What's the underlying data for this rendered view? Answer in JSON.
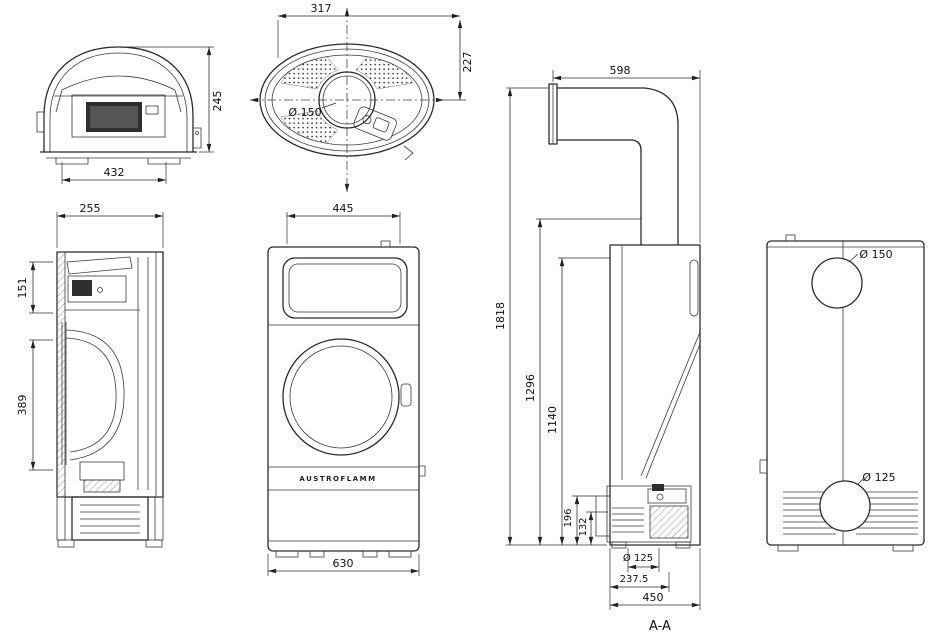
{
  "drawing": {
    "brand": "AUSTROFLAMM",
    "section_label": "A-A",
    "views": {
      "dome_front": {
        "dims": {
          "width": "432",
          "height": "245"
        }
      },
      "top_plan": {
        "dims": {
          "width": "317",
          "depth": "227",
          "flue_diameter": "Ø 150"
        }
      },
      "side_section": {
        "dims": {
          "depth": "255",
          "upper_height": "151",
          "chamber_height": "389"
        }
      },
      "front": {
        "dims": {
          "body_width": "445",
          "base_width": "630"
        }
      },
      "section_aa": {
        "dims": {
          "flue_length": "598",
          "total_height": "1818",
          "mid_height": "1296",
          "body_height": "1140",
          "burner_height": "196",
          "outlet_height": "132",
          "outlet_diameter": "Ø 125",
          "outlet_offset": "237.5",
          "depth": "450"
        }
      },
      "rear": {
        "dims": {
          "top_outlet_diameter": "Ø 150",
          "bottom_outlet_diameter": "Ø 125"
        }
      }
    }
  }
}
